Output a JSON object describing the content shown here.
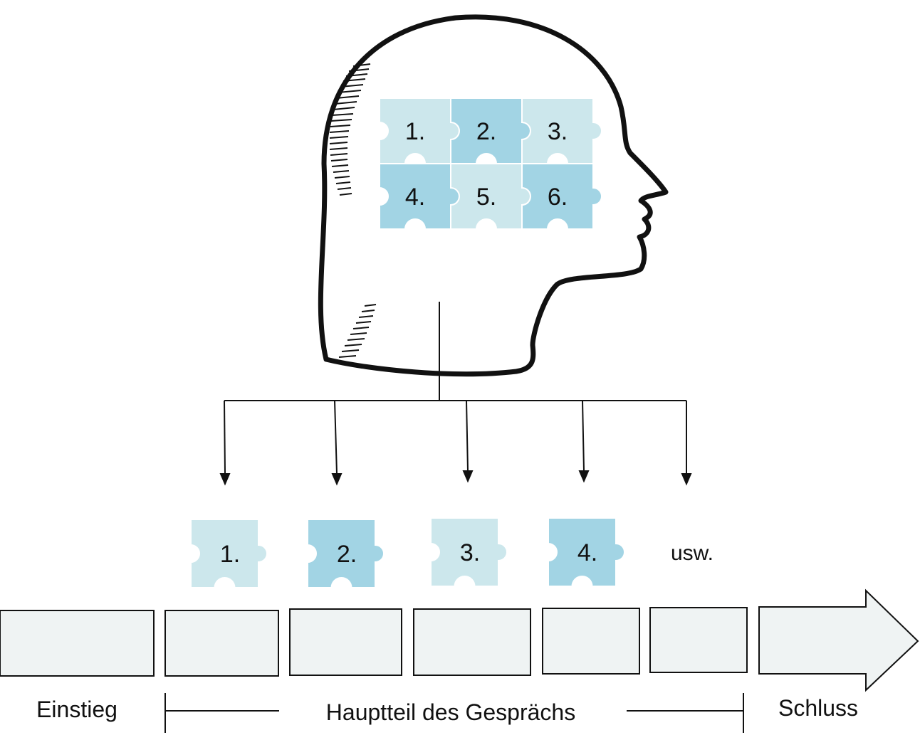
{
  "colors": {
    "light_piece": "#cce7ec",
    "dark_piece": "#a2d4e4",
    "box_fill": "#eff3f3",
    "stroke": "#111111"
  },
  "head_grid": [
    {
      "label": "1.",
      "shade": "light"
    },
    {
      "label": "2.",
      "shade": "dark"
    },
    {
      "label": "3.",
      "shade": "light"
    },
    {
      "label": "4.",
      "shade": "dark"
    },
    {
      "label": "5.",
      "shade": "light"
    },
    {
      "label": "6.",
      "shade": "dark"
    }
  ],
  "sequence": {
    "pieces": [
      {
        "label": "1.",
        "shade": "light"
      },
      {
        "label": "2.",
        "shade": "dark"
      },
      {
        "label": "3.",
        "shade": "light"
      },
      {
        "label": "4.",
        "shade": "dark"
      }
    ],
    "more_label": "usw."
  },
  "timeline": {
    "start_label": "Einstieg",
    "main_label": "Hauptteil des Gesprächs",
    "end_label": "Schluss"
  }
}
